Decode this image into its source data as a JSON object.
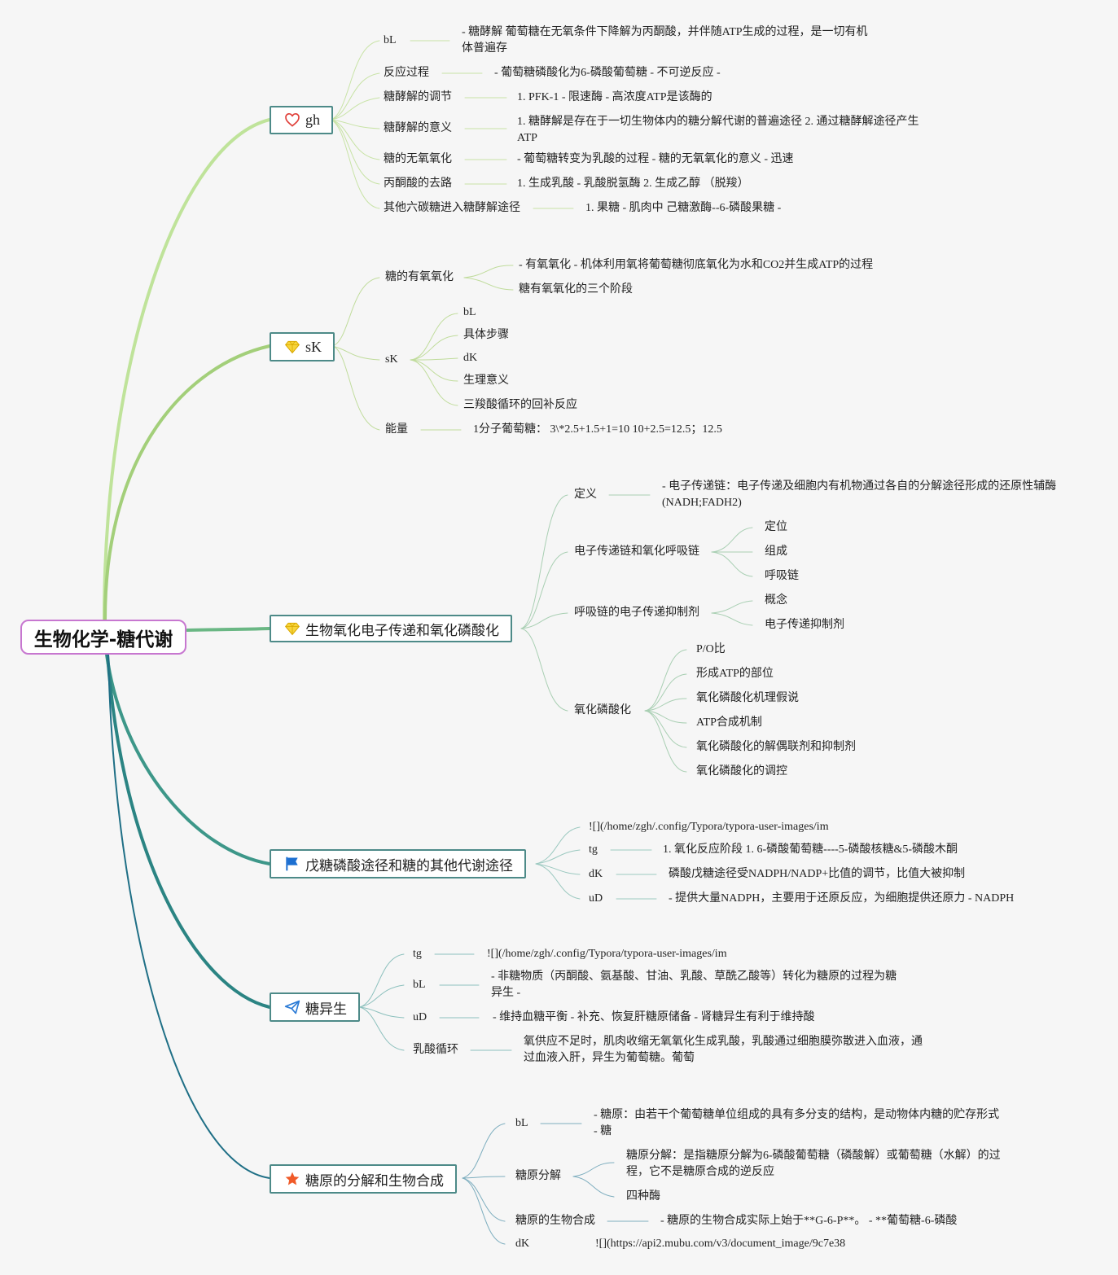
{
  "root": {
    "title": "生物化学-糖代谢"
  },
  "branches": [
    {
      "label": "gh",
      "icon": "heart-icon",
      "color": "#b8e08a",
      "children": [
        {
          "label": "bL",
          "note": "- 糖酵解 葡萄糖在无氧条件下降解为丙酮酸，并伴随ATP生成的过程，是一切有机体普遍存"
        },
        {
          "label": "反应过程",
          "note": "- 葡萄糖磷酸化为6-磷酸葡萄糖 - 不可逆反应 -"
        },
        {
          "label": "糖酵解的调节",
          "note": "1. PFK-1 - 限速酶 - 高浓度ATP是该酶的"
        },
        {
          "label": "糖酵解的意义",
          "note": "1. 糖酵解是存在于一切生物体内的糖分解代谢的普遍途径 2. 通过糖酵解途径产生ATP"
        },
        {
          "label": "糖的无氧氧化",
          "note": "- 葡萄糖转变为乳酸的过程 - 糖的无氧氧化的意义 - 迅速"
        },
        {
          "label": "丙酮酸的去路",
          "note": "1. 生成乳酸 - 乳酸脱氢酶 2. 生成乙醇 （脱羧）"
        },
        {
          "label": "其他六碳糖进入糖酵解途径",
          "note": "1. 果糖 - 肌肉中 己糖激酶--6-磷酸果糖 -"
        }
      ]
    },
    {
      "label": "sK",
      "icon": "gem-icon",
      "color": "#a3cf7a",
      "children": [
        {
          "label": "糖的有氧氧化",
          "items": [
            "- 有氧氧化 - 机体利用氧将葡萄糖彻底氧化为水和CO2并生成ATP的过程",
            "糖有氧氧化的三个阶段"
          ]
        },
        {
          "label": "sK",
          "items": [
            "bL",
            "具体步骤",
            "dK",
            "生理意义",
            "三羧酸循环的回补反应"
          ]
        },
        {
          "label": "能量",
          "note": "1分子葡萄糖： 3\\*2.5+1.5+1=10 10+2.5=12.5；12.5"
        }
      ]
    },
    {
      "label": "生物氧化电子传递和氧化磷酸化",
      "icon": "gem-icon",
      "color": "#72b889",
      "children": [
        {
          "label": "定义",
          "note": "- 电子传递链：电子传递及细胞内有机物通过各自的分解途径形成的还原性辅酶(NADH;FADH2)"
        },
        {
          "label": "电子传递链和氧化呼吸链",
          "items": [
            "定位",
            "组成",
            "呼吸链"
          ]
        },
        {
          "label": "呼吸链的电子传递抑制剂",
          "items": [
            "概念",
            "电子传递抑制剂"
          ]
        },
        {
          "label": "氧化磷酸化",
          "items": [
            "P/O比",
            "形成ATP的部位",
            "氧化磷酸化机理假说",
            "ATP合成机制",
            "氧化磷酸化的解偶联剂和抑制剂",
            "氧化磷酸化的调控"
          ]
        }
      ]
    },
    {
      "label": "戊糖磷酸途径和糖的其他代谢途径",
      "icon": "flag-icon",
      "color": "#3c9889",
      "children": [
        {
          "label": "![](/home/zgh/.config/Typora/typora-user-images/im"
        },
        {
          "label": "tg",
          "note": "1. 氧化反应阶段 1. 6-磷酸葡萄糖----5-磷酸核糖&5-磷酸木酮"
        },
        {
          "label": "dK",
          "note": "磷酸戊糖途径受NADPH/NADP+比值的调节，比值大被抑制"
        },
        {
          "label": "uD",
          "note": "- 提供大量NADPH，主要用于还原反应，为细胞提供还原力 - NADPH"
        }
      ]
    },
    {
      "label": "糖异生",
      "icon": "send-icon",
      "color": "#2b8483",
      "children": [
        {
          "label": "tg",
          "note": "![](/home/zgh/.config/Typora/typora-user-images/im"
        },
        {
          "label": "bL",
          "note": "- 非糖物质（丙酮酸、氨基酸、甘油、乳酸、草酰乙酸等）转化为糖原的过程为糖异生 -"
        },
        {
          "label": "uD",
          "note": "- 维持血糖平衡 - 补充、恢复肝糖原储备 - 肾糖异生有利于维持酸"
        },
        {
          "label": "乳酸循环",
          "note": "氧供应不足时，肌肉收缩无氧氧化生成乳酸，乳酸通过细胞膜弥散进入血液，通过血液入肝，异生为葡萄糖。葡萄"
        }
      ]
    },
    {
      "label": "糖原的分解和生物合成",
      "icon": "star-icon",
      "color": "#1f6f86",
      "children": [
        {
          "label": "bL",
          "note": "- 糖原：由若干个葡萄糖单位组成的具有多分支的结构，是动物体内糖的贮存形式 - 糖"
        },
        {
          "label": "糖原分解",
          "items": [
            "糖原分解：是指糖原分解为6-磷酸葡萄糖（磷酸解）或葡萄糖（水解）的过程，它不是糖原合成的逆反应",
            "四种酶"
          ]
        },
        {
          "label": "糖原的生物合成",
          "note": "- 糖原的生物合成实际上始于**G-6-P**。 - **葡萄糖-6-磷酸"
        },
        {
          "label": "dK",
          "note": "![](https://api2.mubu.com/v3/document_image/9c7e38"
        }
      ]
    }
  ]
}
